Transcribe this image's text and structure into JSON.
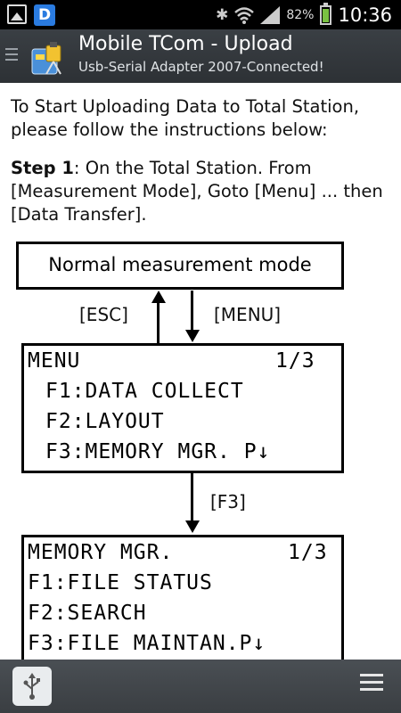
{
  "status_bar": {
    "battery": "82%",
    "time": "10:36"
  },
  "action_bar": {
    "title": "Mobile TCom - Upload",
    "subtitle": "Usb-Serial Adapter 2007-Connected!"
  },
  "content": {
    "intro": "To Start Uploading Data to Total Station, please follow the instructions below:",
    "step_label": "Step 1",
    "step_text": ": On the Total Station. From [Measurement Mode], Goto [Menu] ... then [Data Transfer]."
  },
  "diagram": {
    "normal_mode": "Normal measurement mode",
    "esc_label": "[ESC]",
    "menu_label": "[MENU]",
    "menu_screen": {
      "title": "MENU",
      "page": "1/3",
      "items": [
        "F1:DATA COLLECT",
        "F2:LAYOUT",
        "F3:MEMORY MGR. P↓"
      ]
    },
    "f3_label": "[F3]",
    "memory_screen": {
      "title": "MEMORY MGR.",
      "page": "1/3",
      "items": [
        "F1:FILE STATUS",
        "F2:SEARCH",
        "F3:FILE MAINTAN.P↓"
      ]
    }
  },
  "icons": {
    "status_left": [
      "image-icon",
      "app-d-icon"
    ],
    "status_right": [
      "bluetooth-icon",
      "wifi-icon",
      "signal-icon",
      "battery-icon"
    ],
    "bottom": [
      "usb-icon",
      "overflow-menu-icon"
    ]
  },
  "colors": {
    "action_bar": "#33373b",
    "battery_fill": "#7ac143",
    "d_icon": "#2a7be0"
  }
}
